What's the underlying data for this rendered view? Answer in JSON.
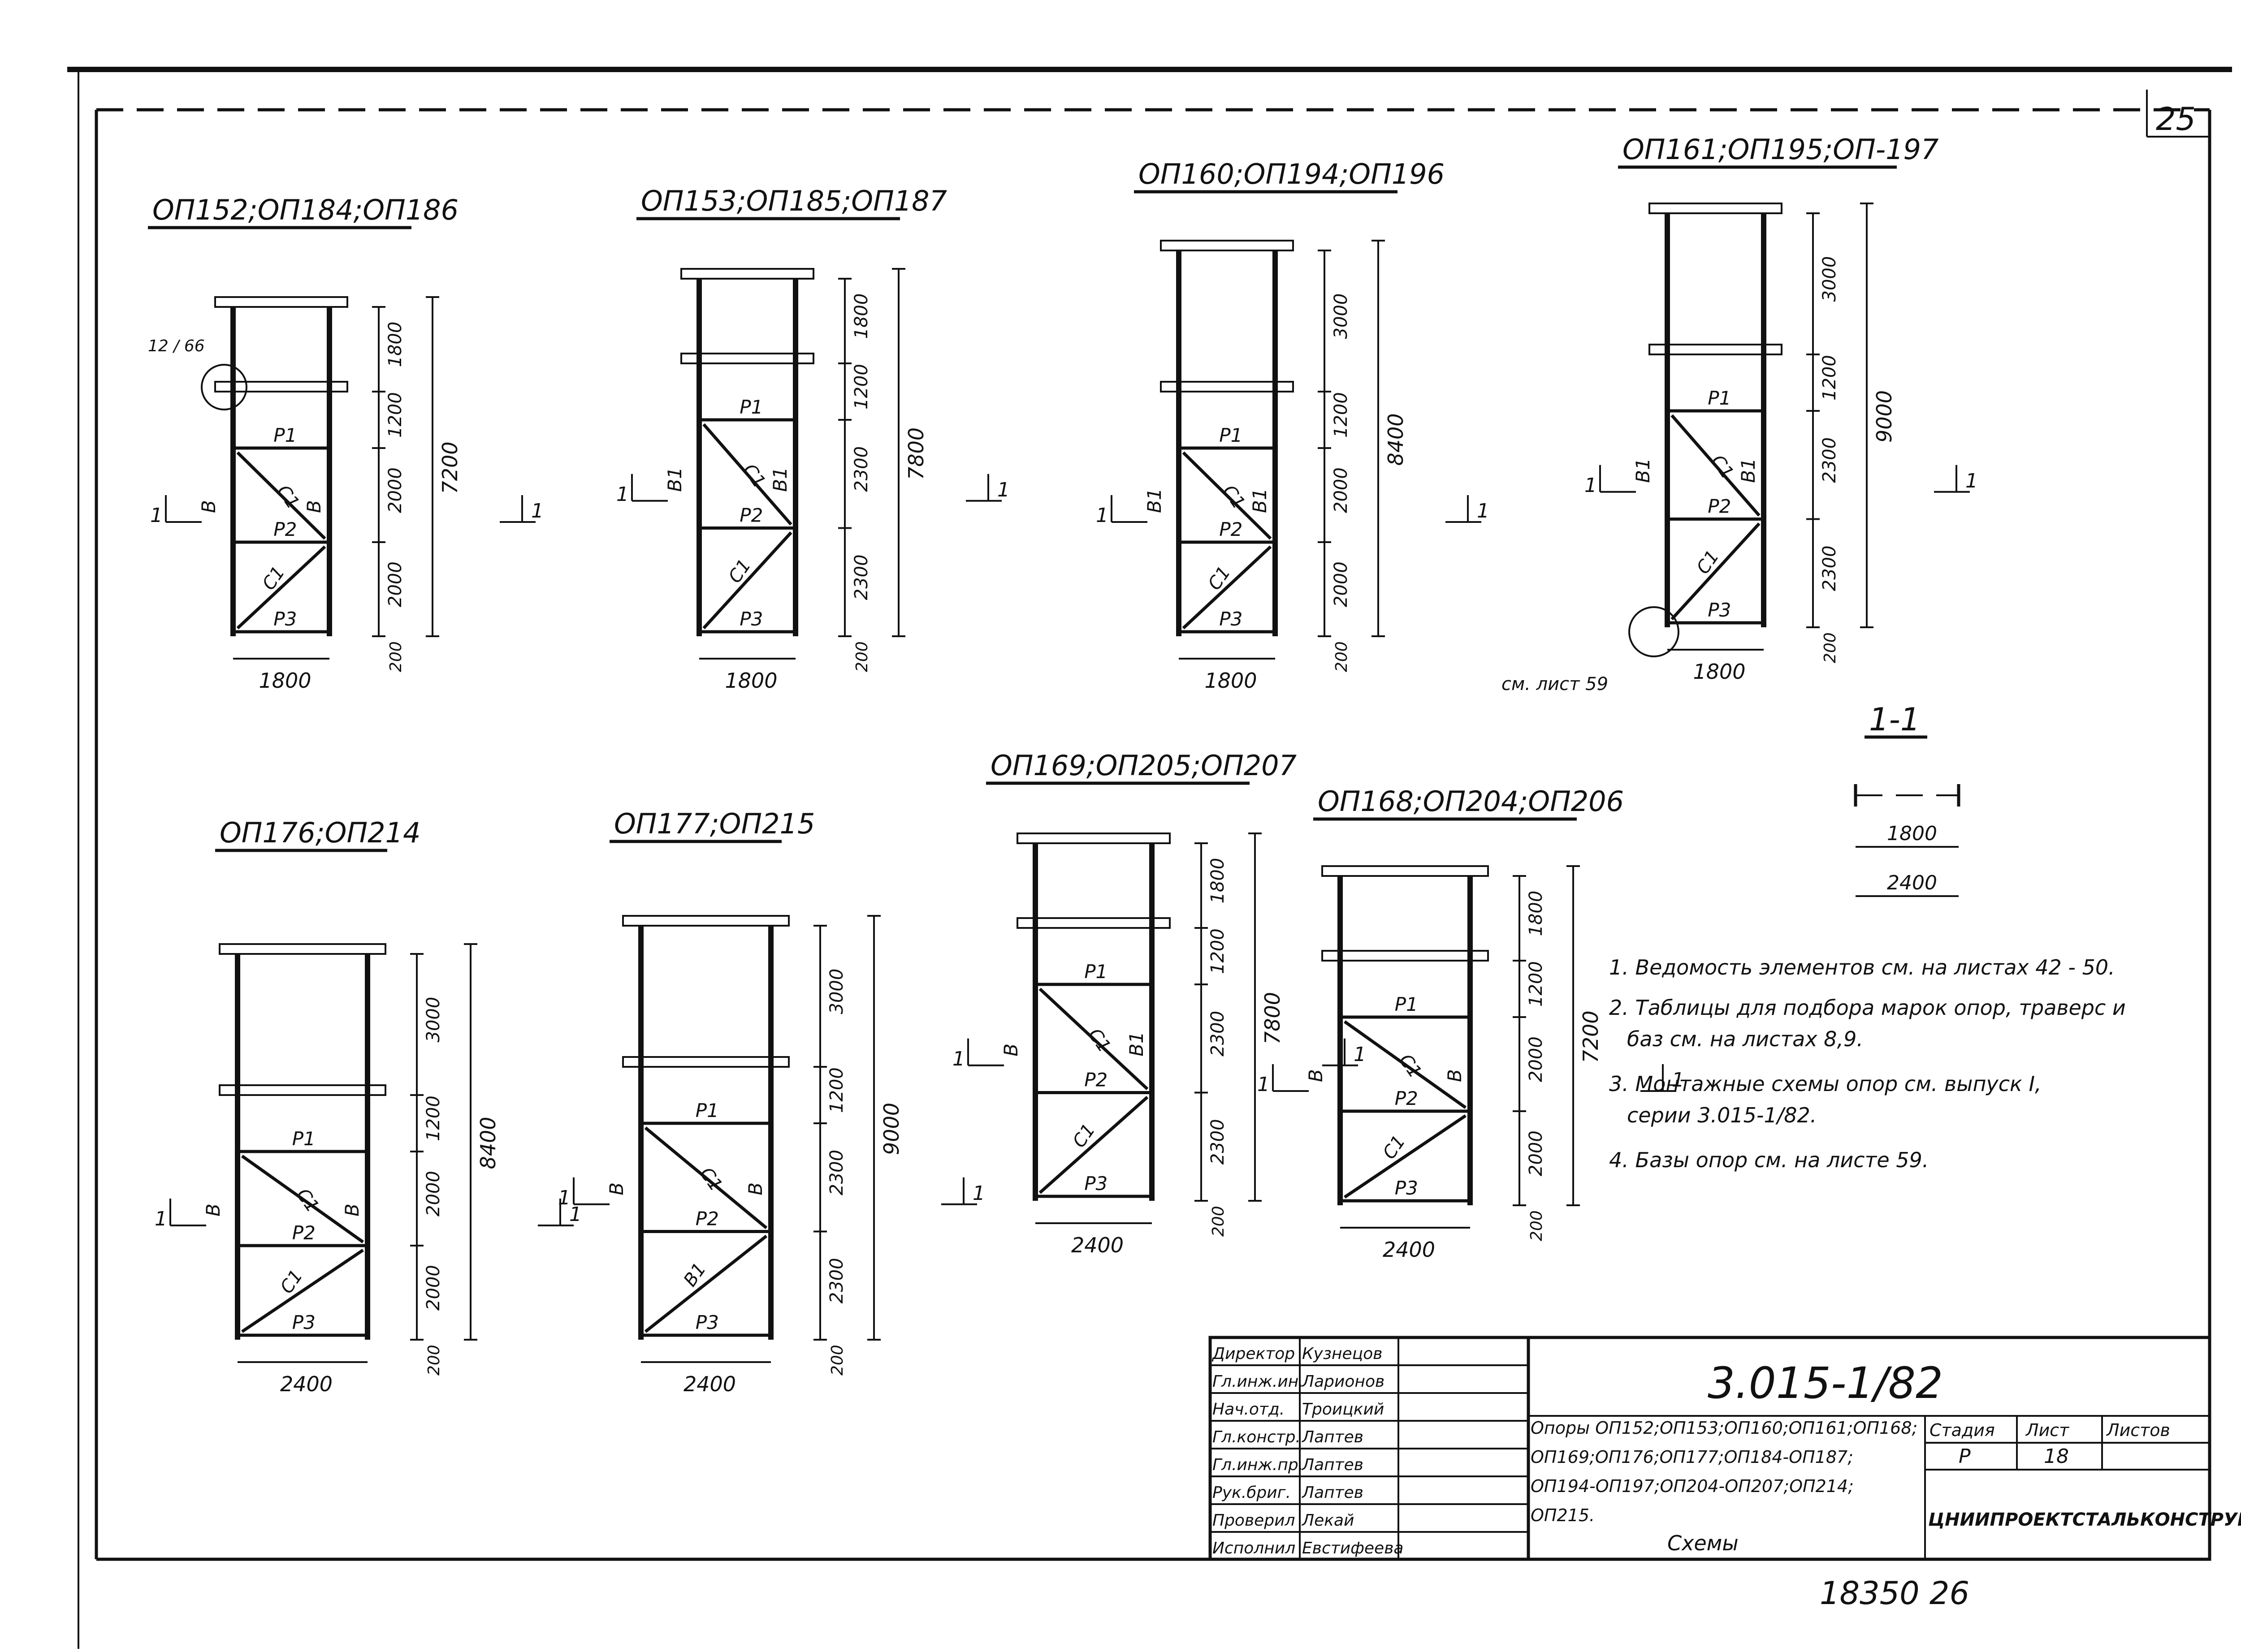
{
  "sheet_number": "25",
  "section_label": "1-1",
  "schemes": [
    {
      "title": "ОП152;ОП184;ОП186",
      "col_label": "В",
      "col_label2": "В",
      "width": "1800",
      "height": "7200",
      "segments": [
        "1800",
        "1200",
        "2000",
        "2000"
      ],
      "base": "200",
      "braces": {
        "p": [
          "Р1",
          "Р2",
          "Р3"
        ],
        "c": [
          "С1",
          "С1"
        ]
      },
      "callout": "12 / 66"
    },
    {
      "title": "ОП153;ОП185;ОП187",
      "col_label": "В1",
      "col_label2": "В1",
      "width": "1800",
      "height": "7800",
      "segments": [
        "1800",
        "1200",
        "2300",
        "2300"
      ],
      "base": "200",
      "braces": {
        "p": [
          "Р1",
          "Р2",
          "Р3"
        ],
        "c": [
          "С1",
          "С1"
        ]
      }
    },
    {
      "title": "ОП160;ОП194;ОП196",
      "col_label": "В1",
      "col_label2": "В1",
      "width": "1800",
      "height": "8400",
      "segments": [
        "3000",
        "1200",
        "2000",
        "2000"
      ],
      "base": "200",
      "braces": {
        "p": [
          "Р1",
          "Р2",
          "Р3"
        ],
        "c": [
          "С1",
          "С1"
        ]
      }
    },
    {
      "title": "ОП161;ОП195;ОП-197",
      "col_label": "В1",
      "col_label2": "В1",
      "width": "1800",
      "height": "9000",
      "segments": [
        "3000",
        "1200",
        "2300",
        "2300"
      ],
      "base": "200",
      "braces": {
        "p": [
          "Р1",
          "Р2",
          "Р3"
        ],
        "c": [
          "С1",
          "С1"
        ]
      },
      "note": "см. лист 59"
    },
    {
      "title": "ОП176;ОП214",
      "col_label": "В",
      "col_label2": "В",
      "width": "2400",
      "height": "8400",
      "segments": [
        "3000",
        "1200",
        "2000",
        "2000"
      ],
      "base": "200",
      "braces": {
        "p": [
          "Р1",
          "Р2",
          "Р3"
        ],
        "c": [
          "С1",
          "С1"
        ]
      }
    },
    {
      "title": "ОП177;ОП215",
      "col_label": "В",
      "col_label2": "В",
      "width": "2400",
      "height": "9000",
      "segments": [
        "3000",
        "1200",
        "2300",
        "2300"
      ],
      "base": "200",
      "braces": {
        "p": [
          "Р1",
          "Р2",
          "Р3"
        ],
        "c": [
          "С1",
          "В1"
        ]
      }
    },
    {
      "title": "ОП169;ОП205;ОП207",
      "col_label": "В",
      "col_label2": "В1",
      "width": "2400",
      "height": "7800",
      "segments": [
        "1800",
        "1200",
        "2300",
        "2300"
      ],
      "base": "200",
      "braces": {
        "p": [
          "Р1",
          "Р2",
          "Р3"
        ],
        "c": [
          "С1",
          "С1"
        ]
      }
    },
    {
      "title": "ОП168;ОП204;ОП206",
      "col_label": "В",
      "col_label2": "В",
      "width": "2400",
      "height": "7200",
      "segments": [
        "1800",
        "1200",
        "2000",
        "2000"
      ],
      "base": "200",
      "braces": {
        "p": [
          "Р1",
          "Р2",
          "Р3"
        ],
        "c": [
          "С1",
          "С1"
        ]
      }
    }
  ],
  "section_dims": [
    "1800",
    "2400"
  ],
  "notes": [
    "1. Ведомость элементов см. на листах 42 - 50.",
    "2. Таблицы для подбора марок опор, траверс и",
    "баз см. на листах 8,9.",
    "3. Монтажные схемы опор см. выпуск I,",
    "серии 3.015-1/82.",
    "4. Базы опор см. на листе 59."
  ],
  "title_block": {
    "roles": [
      "Директор",
      "Гл.инж.ин.",
      "Нач.отд.",
      "Гл.констр.",
      "Гл.инж.пр.",
      "Рук.бриг.",
      "Проверил",
      "Исполнил"
    ],
    "names": [
      "Кузнецов",
      "Ларионов",
      "Троицкий",
      "Лаптев",
      "Лаптев",
      "Лаптев",
      "Лекай",
      "Евстифеева"
    ],
    "doc_code": "3.015-1/82",
    "description_lines": [
      "Опоры ОП152;ОП153;ОП160;ОП161;ОП168;",
      "ОП169;ОП176;ОП177;ОП184-ОП187;",
      "ОП194-ОП197;ОП204-ОП207;ОП214;",
      "ОП215."
    ],
    "subtitle": "Схемы",
    "stage_label": "Стадия",
    "sheet_label": "Лист",
    "sheets_label": "Листов",
    "stage": "Р",
    "sheet": "18",
    "organization": "ЦНИИПРОЕКТСТАЛЬКОНСТРУКЦИЯ"
  },
  "archive_number": "18350 26"
}
